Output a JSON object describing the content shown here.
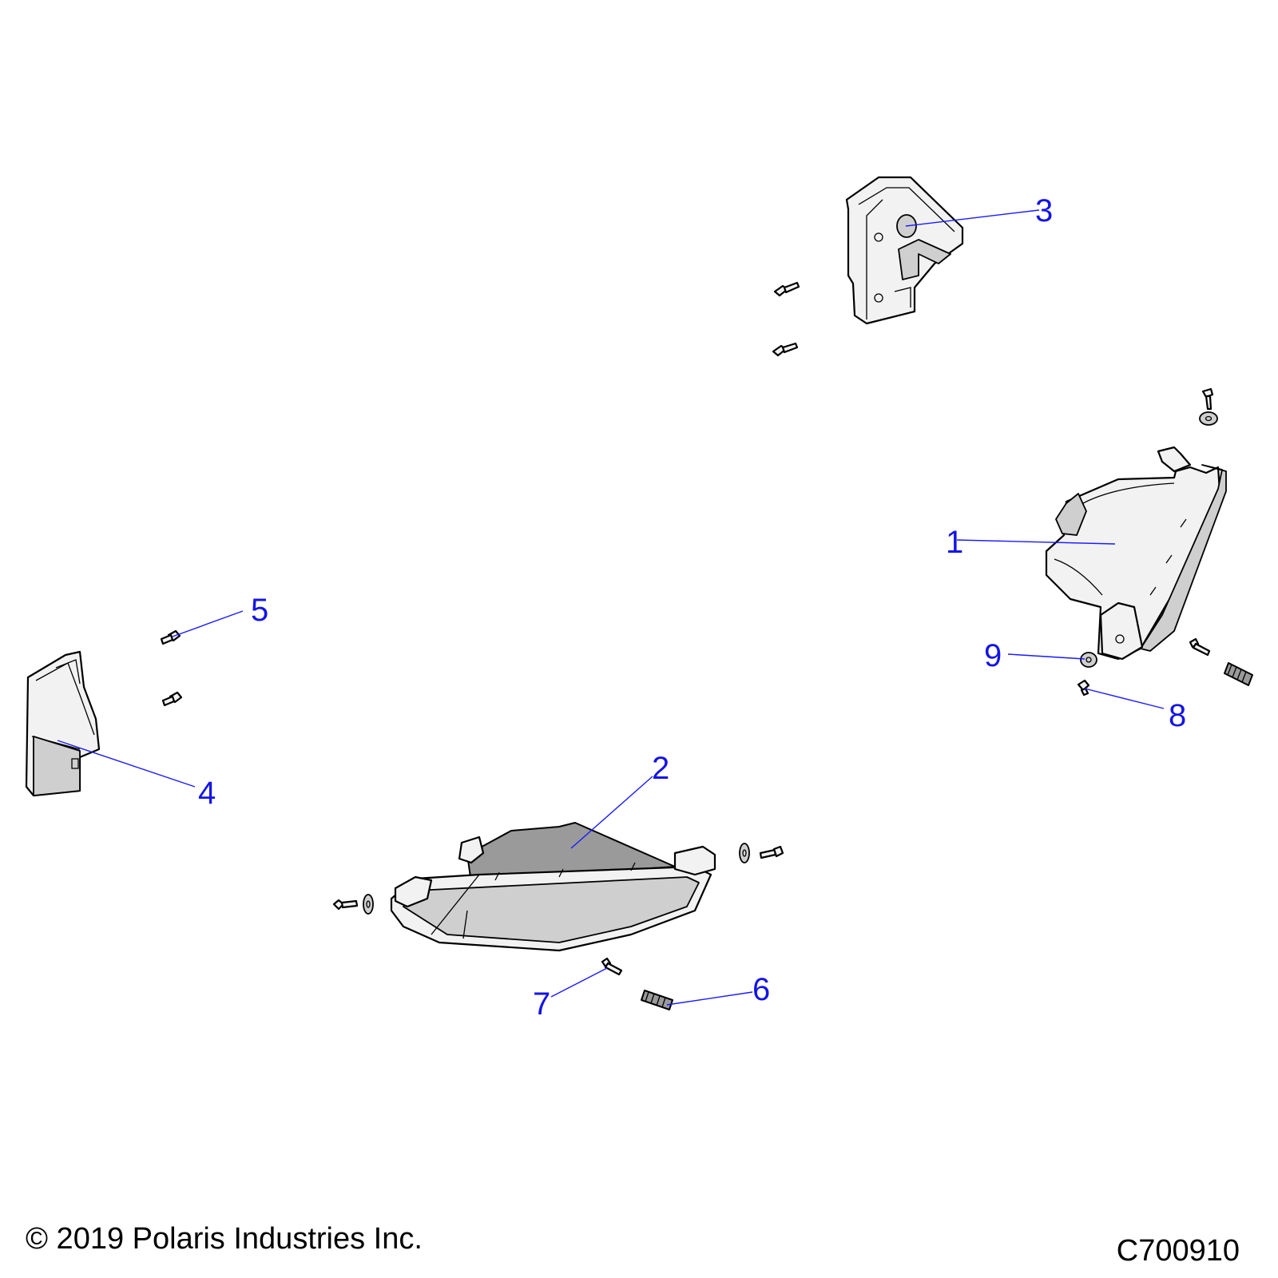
{
  "callouts": [
    {
      "number": "1",
      "part": "headlight-assembly-right"
    },
    {
      "number": "2",
      "part": "headlight-assembly-center"
    },
    {
      "number": "3",
      "part": "housing-bracket-top"
    },
    {
      "number": "4",
      "part": "housing-bracket-left"
    },
    {
      "number": "5",
      "part": "screw"
    },
    {
      "number": "6",
      "part": "spring"
    },
    {
      "number": "7",
      "part": "adjuster-screw"
    },
    {
      "number": "8",
      "part": "screw-small"
    },
    {
      "number": "9",
      "part": "washer"
    }
  ],
  "footer": {
    "copyright": "© 2019 Polaris Industries Inc.",
    "drawing_id": "C700910"
  }
}
